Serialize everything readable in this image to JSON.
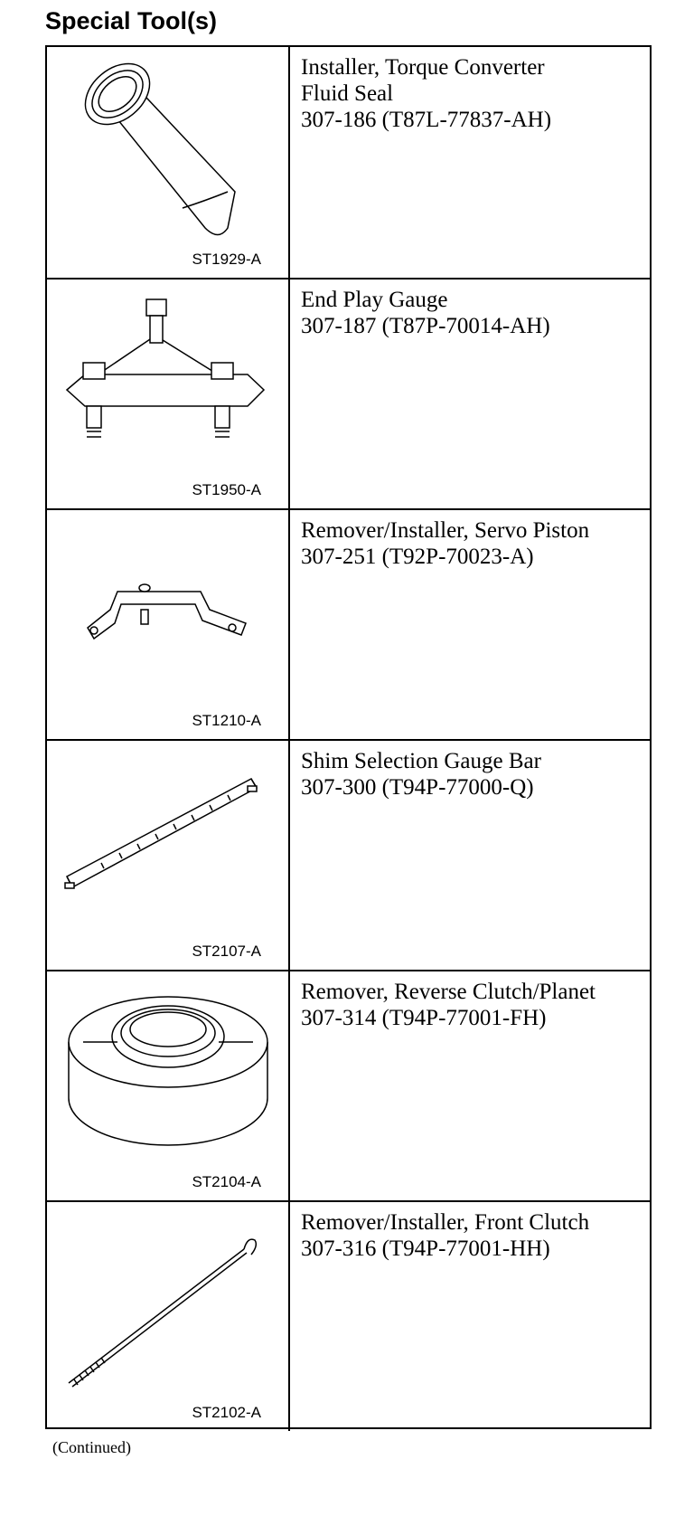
{
  "page_title": "Special Tool(s)",
  "tools": [
    {
      "name_lines": [
        "Installer, Torque Converter",
        "Fluid Seal"
      ],
      "part_number": "307-186 (T87L-77837-AH)",
      "code": "ST1929-A",
      "illustration": "seal-installer-icon"
    },
    {
      "name_lines": [
        "End Play Gauge"
      ],
      "part_number": "307-187 (T87P-70014-AH)",
      "code": "ST1950-A",
      "illustration": "end-play-gauge-icon"
    },
    {
      "name_lines": [
        "Remover/Installer, Servo Piston"
      ],
      "part_number": "307-251 (T92P-70023-A)",
      "code": "ST1210-A",
      "illustration": "servo-piston-tool-icon"
    },
    {
      "name_lines": [
        "Shim Selection Gauge Bar"
      ],
      "part_number": "307-300 (T94P-77000-Q)",
      "code": "ST2107-A",
      "illustration": "gauge-bar-icon"
    },
    {
      "name_lines": [
        "Remover, Reverse Clutch/Planet"
      ],
      "part_number": "307-314 (T94P-77001-FH)",
      "code": "ST2104-A",
      "illustration": "clutch-remover-icon"
    },
    {
      "name_lines": [
        "Remover/Installer, Front Clutch"
      ],
      "part_number": "307-316 (T94P-77001-HH)",
      "code": "ST2102-A",
      "illustration": "front-clutch-rod-icon"
    }
  ],
  "footer_note": "(Continued)"
}
